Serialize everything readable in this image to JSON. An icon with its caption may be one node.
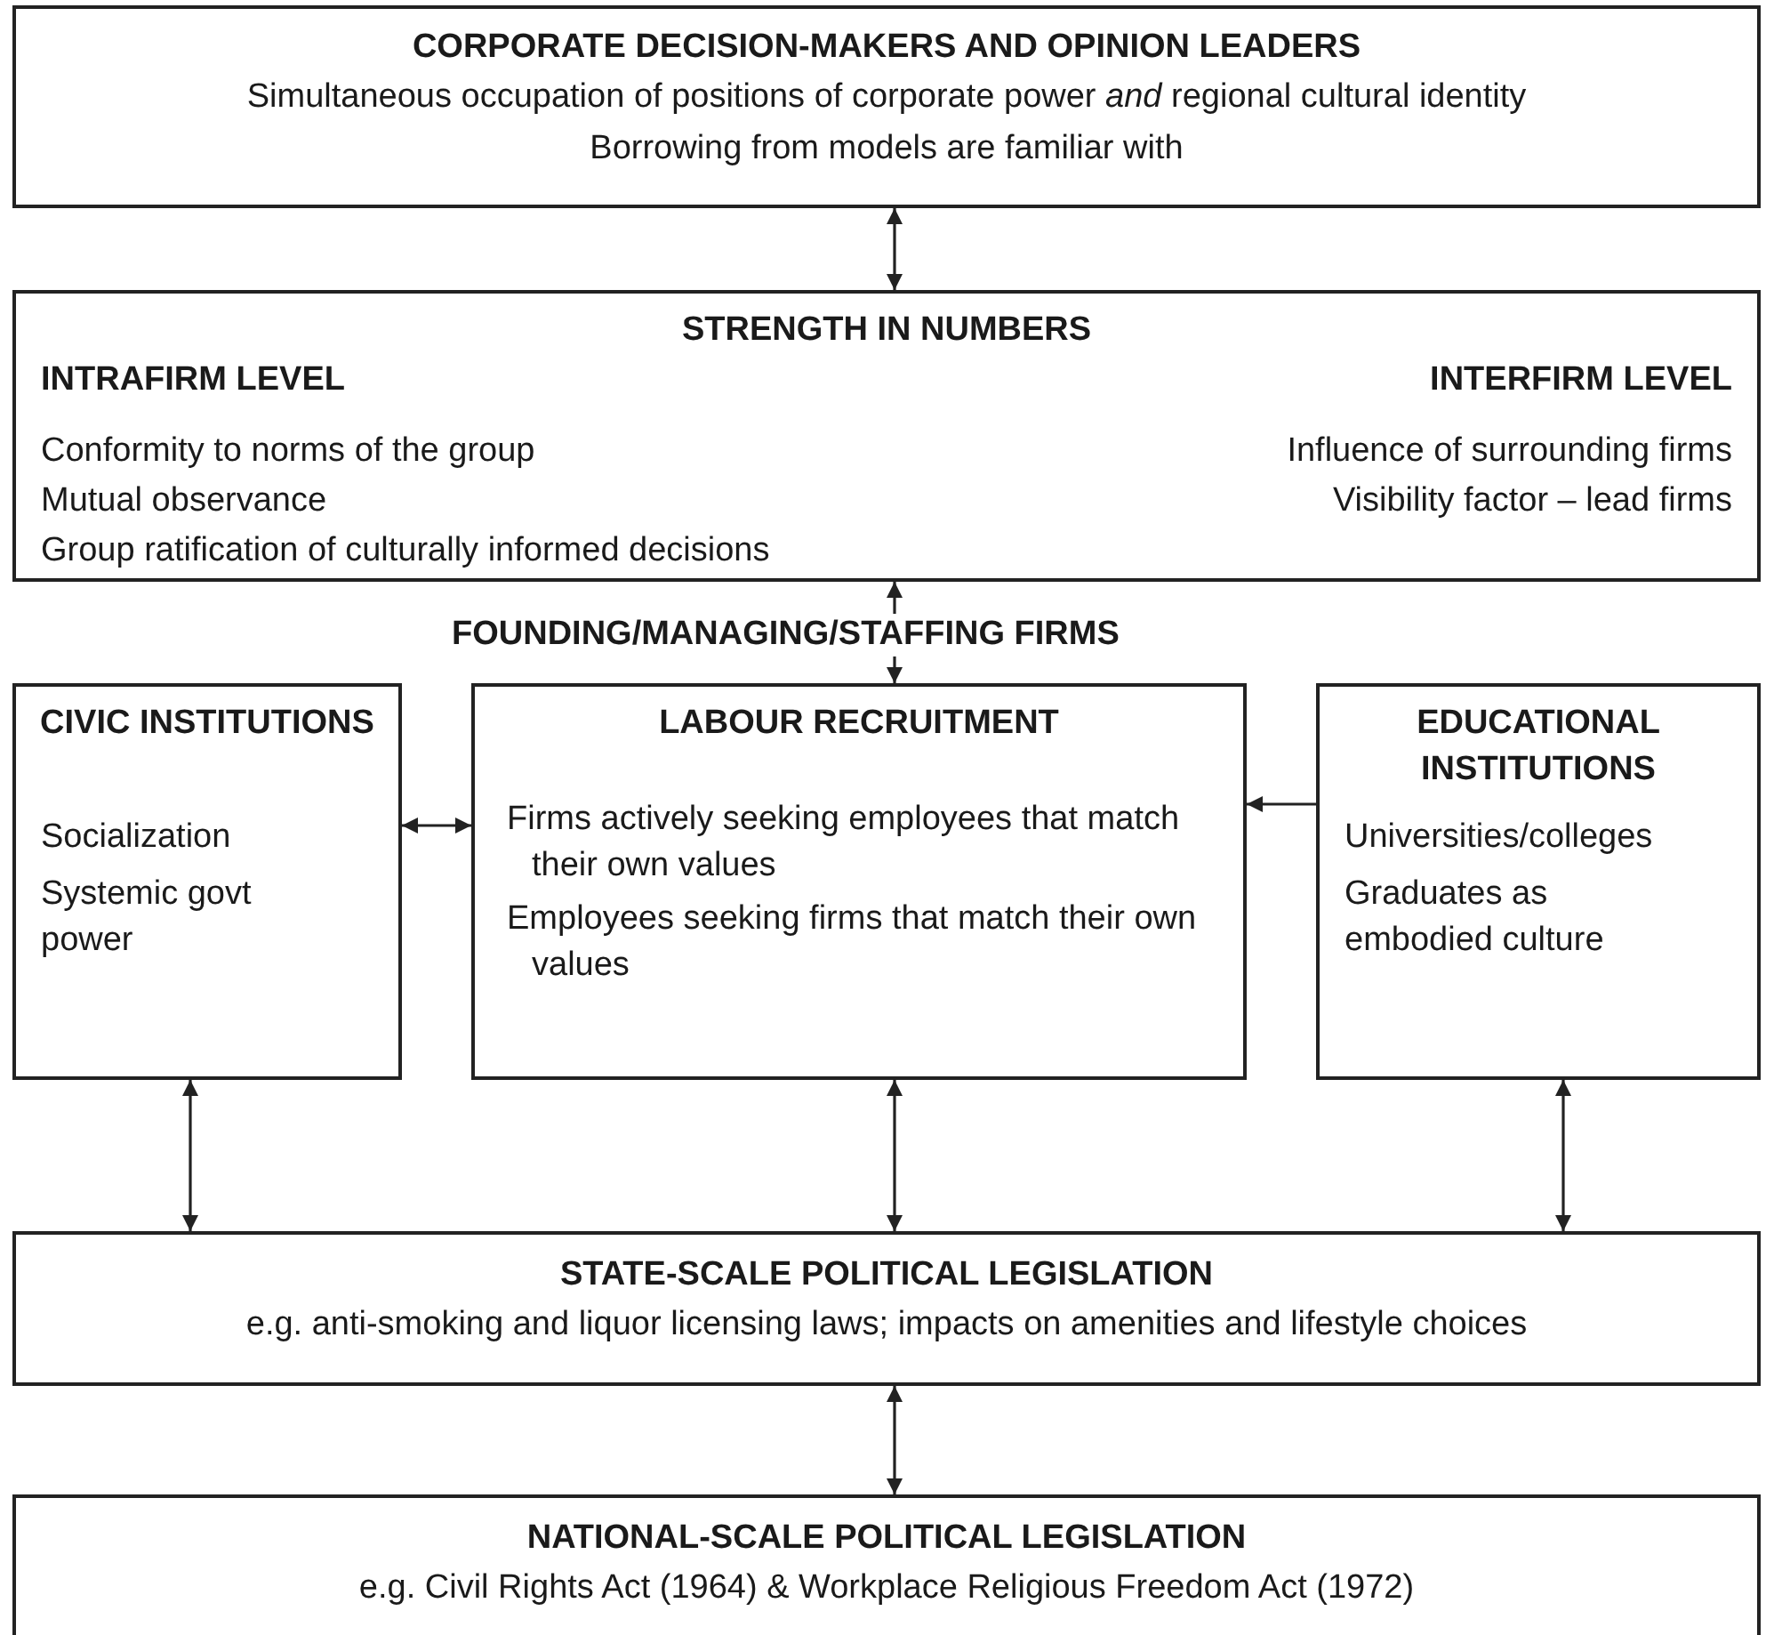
{
  "diagram": {
    "nodes": [
      {
        "text": [
          "CORPORATE DECISION-MAKERS AND OPINION LEADERS",
          "Simultaneous occupation of positions of corporate power *and* regional cultural identity",
          "Borrowing from models are familiar with"
        ]
      },
      {
        "text": [
          "STRENGTH IN NUMBERS",
          "INTRAFIRM LEVEL",
          "INTERFIRM LEVEL",
          "Conformity to norms of the group",
          "Mutual observance",
          "Group ratification of culturally informed decisions",
          "Influence of surrounding firms",
          "Visibility factor – lead firms"
        ]
      },
      {
        "text": [
          "CIVIC INSTITUTIONS",
          "Socialization",
          "Systemic govt power"
        ]
      },
      {
        "text": [
          "LABOUR RECRUITMENT",
          "Firms actively seeking employees that match their own values",
          "Employees seeking firms that match their own values"
        ]
      },
      {
        "text": [
          "EDUCATIONAL INSTITUTIONS",
          "Universities/colleges",
          "Graduates as embodied culture"
        ]
      },
      {
        "text": [
          "STATE-SCALE POLITICAL LEGISLATION",
          "e.g. anti-smoking and liquor licensing laws; impacts on amenities and lifestyle choices"
        ]
      },
      {
        "text": [
          "NATIONAL-SCALE POLITICAL LEGISLATION",
          "e.g. Civil Rights Act (1964) & Workplace Religious Freedom Act (1972)"
        ]
      }
    ],
    "edges": [
      {
        "from": 0,
        "to": 1,
        "arrow": "both"
      },
      {
        "from": 1,
        "to": 3,
        "arrow": "both"
      },
      {
        "from": 2,
        "to": 3,
        "arrow": "both"
      },
      {
        "from": 4,
        "to": 3,
        "arrow": "to"
      },
      {
        "from": 2,
        "to": 5,
        "arrow": "both"
      },
      {
        "from": 3,
        "to": 5,
        "arrow": "both"
      },
      {
        "from": 4,
        "to": 5,
        "arrow": "both"
      },
      {
        "from": 5,
        "to": 6,
        "arrow": "both"
      }
    ],
    "labels": [
      "FOUNDING/MANAGING/STAFFING FIRMS"
    ]
  }
}
